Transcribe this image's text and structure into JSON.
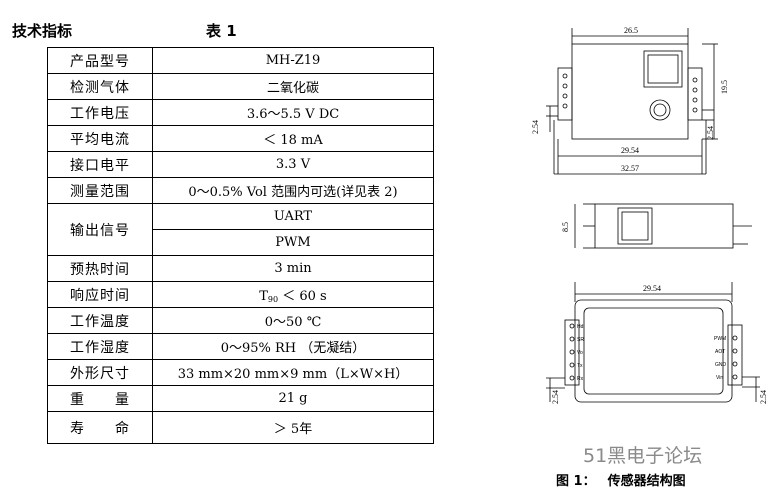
{
  "headings": {
    "section": "技术指标",
    "table": "表 1"
  },
  "specs": [
    {
      "label": "产品型号",
      "value": "MH-Z19"
    },
    {
      "label": "检测气体",
      "value": "二氧化碳"
    },
    {
      "label": "工作电压",
      "value": "3.6～5.5 V DC"
    },
    {
      "label": "平均电流",
      "value": "＜ 18 mA"
    },
    {
      "label": "接口电平",
      "value": "3.3 V"
    },
    {
      "label": "测量范围",
      "value": "0～0.5% Vol 范围内可选(详见表 2)"
    },
    {
      "label": "输出信号",
      "values": [
        "UART",
        "PWM"
      ]
    },
    {
      "label": "预热时间",
      "value": "3 min"
    },
    {
      "label": "响应时间",
      "value_prefix": "T",
      "value_sub": "90",
      "value_suffix": " ＜ 60 s"
    },
    {
      "label": "工作温度",
      "value": "0～50 ℃"
    },
    {
      "label": "工作湿度",
      "value": "0～95% RH （无凝结）"
    },
    {
      "label": "外形尺寸",
      "value": "33 mm×20 mm×9 mm（L×W×H）"
    },
    {
      "label": "重　　量",
      "value": "21 g"
    },
    {
      "label": "寿　　命",
      "value": "＞ 5年"
    }
  ],
  "drawing": {
    "dims": {
      "top_width": "26.5",
      "height": "19.5",
      "pin_offset_left": "2.54",
      "pin_offset_right": "2.54",
      "pcb_width": "29.54",
      "total_width": "32.57",
      "thickness": "8.5",
      "bottom_width": "29.54",
      "bottom_offset_left": "2.54",
      "bottom_offset_right": "2.54"
    },
    "left_pins": [
      "Hd",
      "SR",
      "Vo",
      "Tx",
      "Rx"
    ],
    "right_pins": [
      "PWM",
      "AOT",
      "GND",
      "Vin"
    ]
  },
  "watermark": "51黑电子论坛",
  "figure_caption": {
    "number": "图 1：",
    "text": "传感器结构图"
  }
}
